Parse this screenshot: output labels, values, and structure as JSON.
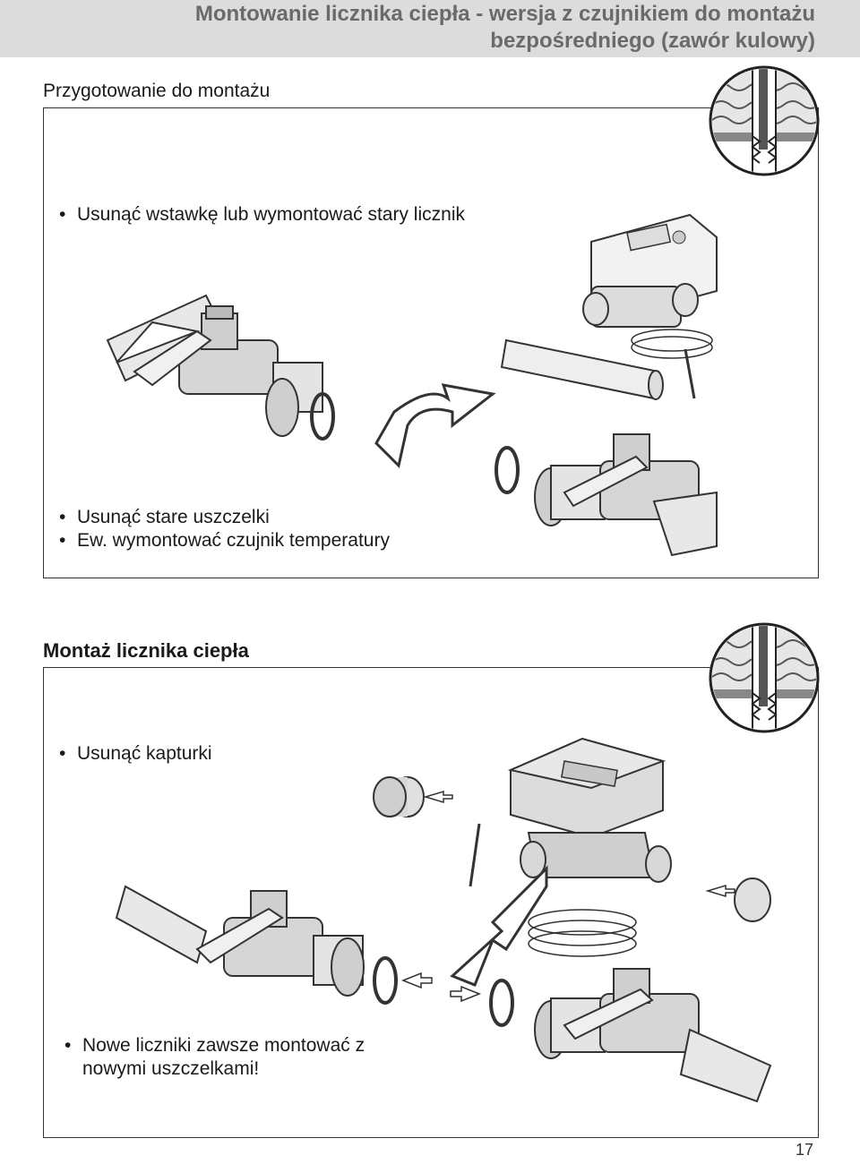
{
  "header": {
    "title_line1": "Montowanie licznika ciepła - wersja z czujnikiem do montażu",
    "title_line2": "bezpośredniego (zawór kulowy)"
  },
  "section1": {
    "title": "Przygotowanie do montażu",
    "bullets": [
      "Usunąć wstawkę lub wymontować stary licznik",
      "Usunąć stare uszczelki",
      "Ew. wymontować czujnik temperatury"
    ]
  },
  "section2": {
    "title": "Montaż licznika ciepła",
    "bullets": [
      "Usunąć kapturki",
      "Nowe liczniki zawsze montować z",
      "nowymi uszczelkami!"
    ]
  },
  "footer": {
    "page_number": "17"
  },
  "icons": [
    "sensor-detail-icon",
    "ball-valve-icon",
    "heat-meter-icon",
    "gasket-icon",
    "swap-arrow-icon",
    "cap-icon"
  ]
}
